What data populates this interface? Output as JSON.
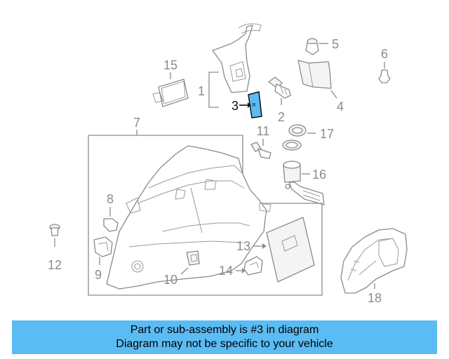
{
  "colors": {
    "highlight": "#5bbcf3",
    "banner": "#5bbcf3",
    "callout_default": "#8c8c8c",
    "callout_active": "#111111"
  },
  "callouts": {
    "c1": "1",
    "c2": "2",
    "c3": "3",
    "c4": "4",
    "c5": "5",
    "c6": "6",
    "c7": "7",
    "c8": "8",
    "c9": "9",
    "c10": "10",
    "c11": "11",
    "c12": "12",
    "c13": "13",
    "c14": "14",
    "c15": "15",
    "c16": "16",
    "c17": "17",
    "c18": "18"
  },
  "highlighted_part": "3",
  "banner": {
    "line1": "Part or sub-assembly is #3 in diagram",
    "line2": "Diagram may not be specific to your vehicle"
  }
}
